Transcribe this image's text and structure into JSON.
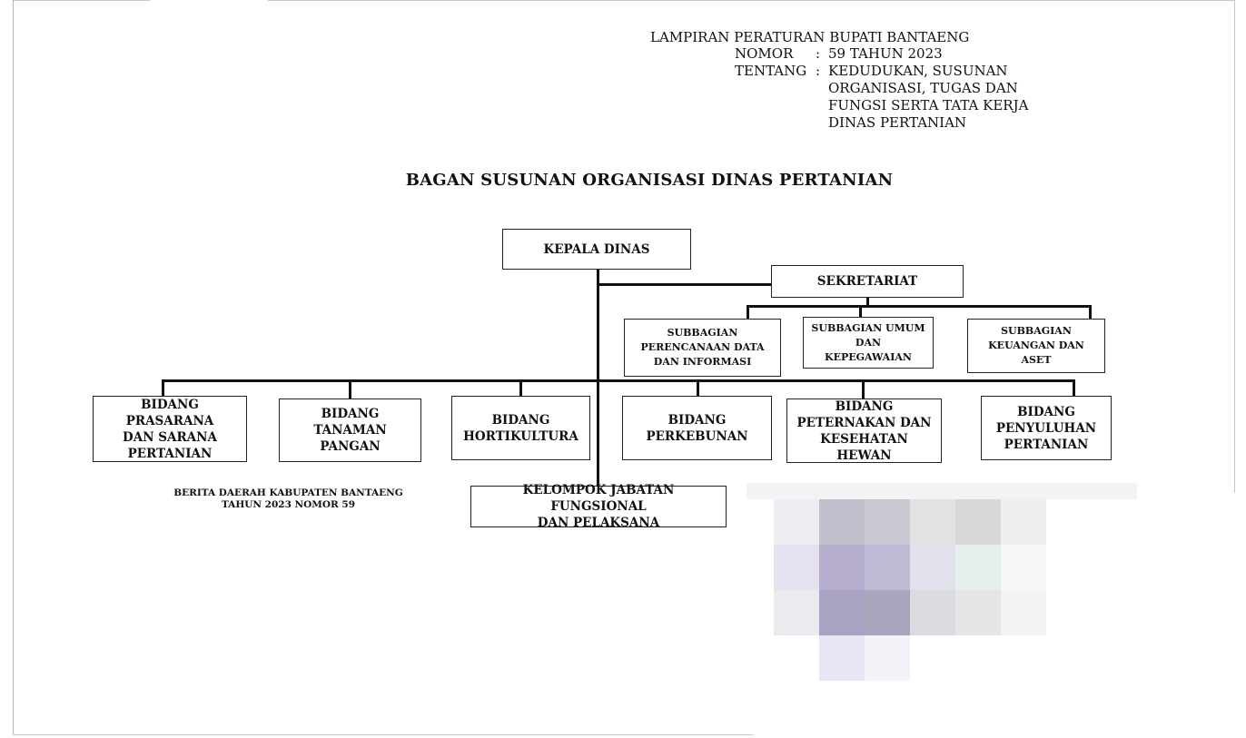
{
  "header": {
    "lampiran": "LAMPIRAN PERATURAN BUPATI BANTAENG",
    "nomor_label": "NOMOR",
    "nomor_sep": ":",
    "nomor_value": "59 TAHUN 2023",
    "tentang_label": "TENTANG",
    "tentang_sep": ":",
    "tentang_lines": [
      "KEDUDUKAN, SUSUNAN",
      "ORGANISASI, TUGAS DAN",
      "FUNGSI SERTA TATA KERJA",
      "DINAS PERTANIAN"
    ]
  },
  "title": "BAGAN SUSUNAN ORGANISASI DINAS PERTANIAN",
  "org": {
    "kepala": "KEPALA DINAS",
    "sekretariat": "SEKRETARIAT",
    "subbagian": [
      "SUBBAGIAN\nPERENCANAAN DATA\nDAN INFORMASI",
      "SUBBAGIAN UMUM\nDAN\nKEPEGAWAIAN",
      "SUBBAGIAN\nKEUANGAN DAN\nASET"
    ],
    "bidang": [
      "BIDANG PRASARANA\nDAN SARANA\nPERTANIAN",
      "BIDANG TANAMAN\nPANGAN",
      "BIDANG\nHORTIKULTURA",
      "BIDANG\nPERKEBUNAN",
      "BIDANG\nPETERNAKAN DAN\nKESEHATAN HEWAN",
      "BIDANG\nPENYULUHAN\nPERTANIAN"
    ],
    "kelompok": "KELOMPOK JABATAN FUNGSIONAL\nDAN PELAKSANA"
  },
  "footer": "BERITA DAERAH KABUPATEN BANTAENG\nTAHUN 2023 NOMOR  59",
  "colors": {
    "line": "#111111",
    "border": "#222222",
    "page_edge": "#c8c8c8"
  }
}
